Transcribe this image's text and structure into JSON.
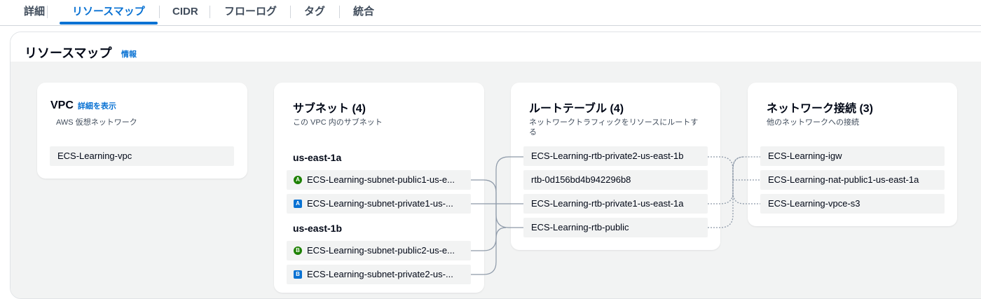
{
  "tabs": [
    {
      "label": "詳細"
    },
    {
      "label": "リソースマップ"
    },
    {
      "label": "CIDR"
    },
    {
      "label": "フローログ"
    },
    {
      "label": "タグ"
    },
    {
      "label": "統合"
    }
  ],
  "section": {
    "title": "リソースマップ",
    "info_link": "情報"
  },
  "vpc": {
    "title": "VPC",
    "link": "詳細を表示",
    "desc": "AWS 仮想ネットワーク",
    "item": "ECS-Learning-vpc"
  },
  "subnets": {
    "title": "サブネット (4)",
    "desc": "この VPC 内のサブネット",
    "groups": [
      {
        "az": "us-east-1a",
        "items": [
          {
            "badge": "A",
            "type": "public",
            "label": "ECS-Learning-subnet-public1-us-e..."
          },
          {
            "badge": "A",
            "type": "private",
            "label": "ECS-Learning-subnet-private1-us-..."
          }
        ]
      },
      {
        "az": "us-east-1b",
        "items": [
          {
            "badge": "B",
            "type": "public",
            "label": "ECS-Learning-subnet-public2-us-e..."
          },
          {
            "badge": "B",
            "type": "private",
            "label": "ECS-Learning-subnet-private2-us-..."
          }
        ]
      }
    ]
  },
  "route_tables": {
    "title": "ルートテーブル (4)",
    "desc": "ネットワークトラフィックをリソースにルートする",
    "items": [
      "ECS-Learning-rtb-private2-us-east-1b",
      "rtb-0d156bd4b942296b8",
      "ECS-Learning-rtb-private1-us-east-1a",
      "ECS-Learning-rtb-public"
    ]
  },
  "connections": {
    "title": "ネットワーク接続 (3)",
    "desc": "他のネットワークへの接続",
    "items": [
      "ECS-Learning-igw",
      "ECS-Learning-nat-public1-us-east-1a",
      "ECS-Learning-vpce-s3"
    ]
  },
  "colors": {
    "accent": "#0972d3",
    "public_badge": "#1d8102",
    "private_badge": "#0972d3",
    "connector": "#8d99a8"
  }
}
